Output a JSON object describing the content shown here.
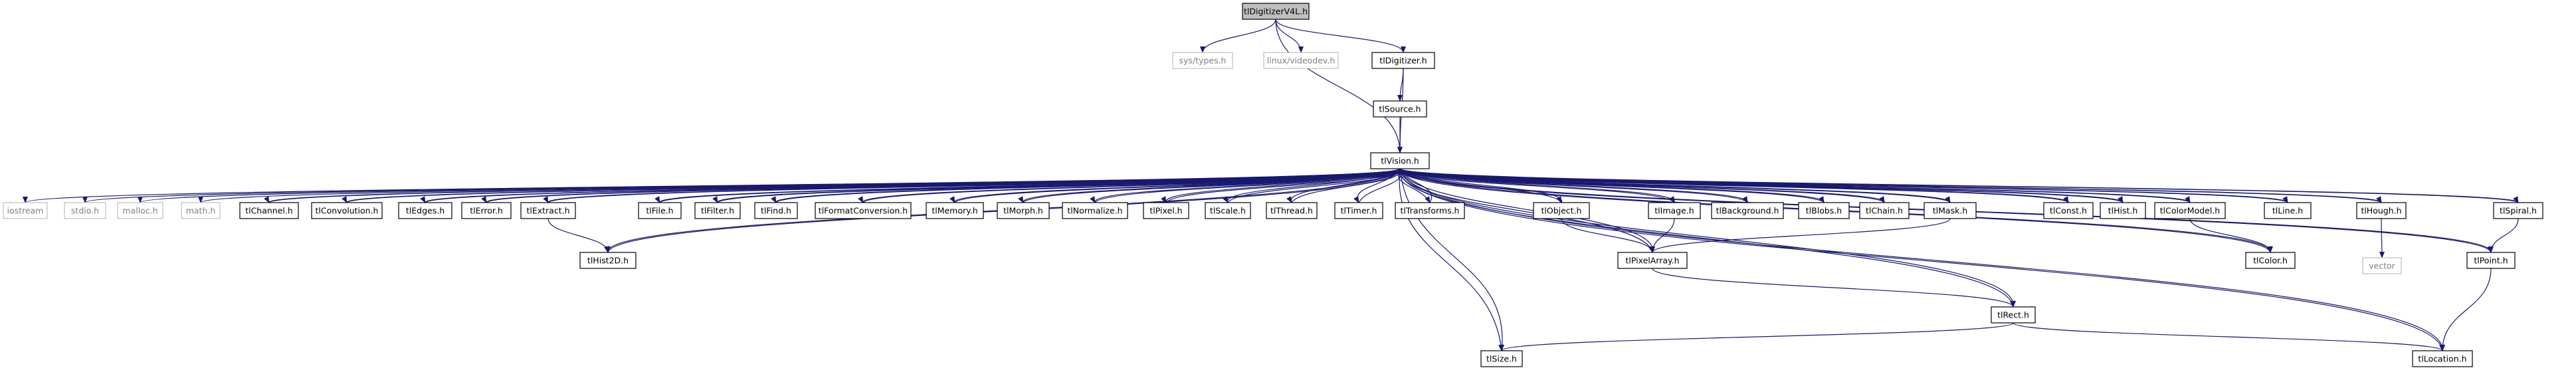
{
  "colors": {
    "edge": "#191970",
    "root_fill": "#bfbfbf",
    "node_border": "#000000",
    "external_border": "#bfbfbf",
    "text": "#000000",
    "external_text": "#7f7f7f"
  },
  "nodes": {
    "root": {
      "label": "tlDigitizerV4L.h",
      "kind": "root"
    },
    "systypes": {
      "label": "sys/types.h",
      "kind": "external"
    },
    "videodev": {
      "label": "linux/videodev.h",
      "kind": "external"
    },
    "digitizer": {
      "label": "tlDigitizer.h",
      "kind": "file"
    },
    "source": {
      "label": "tlSource.h",
      "kind": "file"
    },
    "vision": {
      "label": "tlVision.h",
      "kind": "file"
    },
    "iostream": {
      "label": "iostream",
      "kind": "external"
    },
    "stdio": {
      "label": "stdio.h",
      "kind": "external"
    },
    "malloc": {
      "label": "malloc.h",
      "kind": "external"
    },
    "math": {
      "label": "math.h",
      "kind": "external"
    },
    "channel": {
      "label": "tlChannel.h",
      "kind": "file"
    },
    "convolution": {
      "label": "tlConvolution.h",
      "kind": "file"
    },
    "edges": {
      "label": "tlEdges.h",
      "kind": "file"
    },
    "error": {
      "label": "tlError.h",
      "kind": "file"
    },
    "extract": {
      "label": "tlExtract.h",
      "kind": "file"
    },
    "file": {
      "label": "tlFile.h",
      "kind": "file"
    },
    "filter": {
      "label": "tlFilter.h",
      "kind": "file"
    },
    "find": {
      "label": "tlFind.h",
      "kind": "file"
    },
    "formatconv": {
      "label": "tlFormatConversion.h",
      "kind": "file"
    },
    "memory": {
      "label": "tlMemory.h",
      "kind": "file"
    },
    "morph": {
      "label": "tlMorph.h",
      "kind": "file"
    },
    "normalize": {
      "label": "tlNormalize.h",
      "kind": "file"
    },
    "pixel": {
      "label": "tlPixel.h",
      "kind": "file"
    },
    "scale": {
      "label": "tlScale.h",
      "kind": "file"
    },
    "thread": {
      "label": "tlThread.h",
      "kind": "file"
    },
    "timer": {
      "label": "tlTimer.h",
      "kind": "file"
    },
    "transforms": {
      "label": "tlTransforms.h",
      "kind": "file"
    },
    "object": {
      "label": "tlObject.h",
      "kind": "file"
    },
    "image": {
      "label": "tlImage.h",
      "kind": "file"
    },
    "background": {
      "label": "tlBackground.h",
      "kind": "file"
    },
    "blobs": {
      "label": "tlBlobs.h",
      "kind": "file"
    },
    "chain": {
      "label": "tlChain.h",
      "kind": "file"
    },
    "mask": {
      "label": "tlMask.h",
      "kind": "file"
    },
    "const": {
      "label": "tlConst.h",
      "kind": "file"
    },
    "hist": {
      "label": "tlHist.h",
      "kind": "file"
    },
    "colormodel": {
      "label": "tlColorModel.h",
      "kind": "file"
    },
    "line": {
      "label": "tlLine.h",
      "kind": "file"
    },
    "hough": {
      "label": "tlHough.h",
      "kind": "file"
    },
    "spiral": {
      "label": "tlSpiral.h",
      "kind": "file"
    },
    "hist2d": {
      "label": "tlHist2D.h",
      "kind": "file"
    },
    "pixelarray": {
      "label": "tlPixelArray.h",
      "kind": "file"
    },
    "color": {
      "label": "tlColor.h",
      "kind": "file"
    },
    "vector": {
      "label": "vector",
      "kind": "external"
    },
    "point": {
      "label": "tlPoint.h",
      "kind": "file"
    },
    "rect": {
      "label": "tlRect.h",
      "kind": "file"
    },
    "size": {
      "label": "tlSize.h",
      "kind": "file"
    },
    "location": {
      "label": "tlLocation.h",
      "kind": "file"
    }
  },
  "edges": [
    [
      "root",
      "systypes"
    ],
    [
      "root",
      "videodev"
    ],
    [
      "root",
      "digitizer"
    ],
    [
      "root",
      "vision"
    ],
    [
      "digitizer",
      "source"
    ],
    [
      "digitizer",
      "vision"
    ],
    [
      "source",
      "vision"
    ],
    [
      "vision",
      "iostream"
    ],
    [
      "vision",
      "stdio"
    ],
    [
      "vision",
      "malloc"
    ],
    [
      "vision",
      "math"
    ],
    [
      "vision",
      "channel"
    ],
    [
      "vision",
      "convolution"
    ],
    [
      "vision",
      "edges"
    ],
    [
      "vision",
      "error"
    ],
    [
      "vision",
      "extract"
    ],
    [
      "vision",
      "hist2d"
    ],
    [
      "vision",
      "file"
    ],
    [
      "vision",
      "filter"
    ],
    [
      "vision",
      "find"
    ],
    [
      "vision",
      "formatconv"
    ],
    [
      "vision",
      "memory"
    ],
    [
      "vision",
      "morph"
    ],
    [
      "vision",
      "normalize"
    ],
    [
      "vision",
      "pixel"
    ],
    [
      "vision",
      "scale"
    ],
    [
      "vision",
      "thread"
    ],
    [
      "vision",
      "timer"
    ],
    [
      "vision",
      "transforms"
    ],
    [
      "vision",
      "object"
    ],
    [
      "vision",
      "pixelarray"
    ],
    [
      "vision",
      "image"
    ],
    [
      "vision",
      "background"
    ],
    [
      "vision",
      "blobs"
    ],
    [
      "vision",
      "chain"
    ],
    [
      "vision",
      "mask"
    ],
    [
      "vision",
      "rect"
    ],
    [
      "vision",
      "size"
    ],
    [
      "vision",
      "const"
    ],
    [
      "vision",
      "hist"
    ],
    [
      "vision",
      "colormodel"
    ],
    [
      "vision",
      "color"
    ],
    [
      "vision",
      "line"
    ],
    [
      "vision",
      "hough"
    ],
    [
      "vision",
      "point"
    ],
    [
      "vision",
      "spiral"
    ],
    [
      "vision",
      "location"
    ],
    [
      "channel",
      "vision"
    ],
    [
      "convolution",
      "vision"
    ],
    [
      "edges",
      "vision"
    ],
    [
      "error",
      "vision"
    ],
    [
      "extract",
      "vision"
    ],
    [
      "file",
      "vision"
    ],
    [
      "filter",
      "vision"
    ],
    [
      "find",
      "vision"
    ],
    [
      "formatconv",
      "vision"
    ],
    [
      "memory",
      "vision"
    ],
    [
      "morph",
      "vision"
    ],
    [
      "normalize",
      "vision"
    ],
    [
      "pixel",
      "vision"
    ],
    [
      "scale",
      "vision"
    ],
    [
      "thread",
      "vision"
    ],
    [
      "timer",
      "vision"
    ],
    [
      "transforms",
      "vision"
    ],
    [
      "object",
      "vision"
    ],
    [
      "image",
      "vision"
    ],
    [
      "background",
      "vision"
    ],
    [
      "blobs",
      "vision"
    ],
    [
      "chain",
      "vision"
    ],
    [
      "mask",
      "vision"
    ],
    [
      "const",
      "vision"
    ],
    [
      "hist",
      "vision"
    ],
    [
      "colormodel",
      "vision"
    ],
    [
      "line",
      "vision"
    ],
    [
      "hough",
      "vision"
    ],
    [
      "spiral",
      "vision"
    ],
    [
      "hist2d",
      "vision"
    ],
    [
      "pixelarray",
      "vision"
    ],
    [
      "color",
      "vision"
    ],
    [
      "point",
      "vision"
    ],
    [
      "rect",
      "vision"
    ],
    [
      "size",
      "vision"
    ],
    [
      "location",
      "vision"
    ],
    [
      "extract",
      "hist2d"
    ],
    [
      "object",
      "pixelarray"
    ],
    [
      "image",
      "pixelarray"
    ],
    [
      "mask",
      "pixelarray"
    ],
    [
      "pixelarray",
      "rect"
    ],
    [
      "rect",
      "size"
    ],
    [
      "rect",
      "location"
    ],
    [
      "colormodel",
      "color"
    ],
    [
      "hough",
      "vector"
    ],
    [
      "spiral",
      "point"
    ],
    [
      "point",
      "location"
    ]
  ]
}
